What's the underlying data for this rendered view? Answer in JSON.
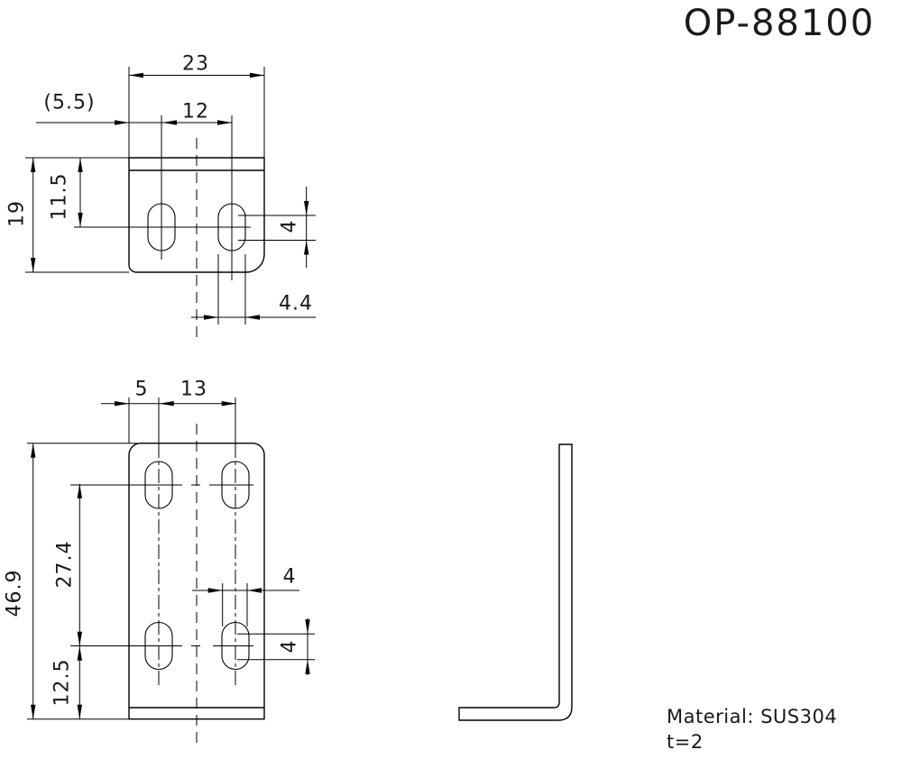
{
  "title": "OP-88100",
  "notes": {
    "material": "Material: SUS304",
    "thickness": "t=2"
  },
  "top_view": {
    "dim_overall_width": "23",
    "dim_left_offset": "(5.5)",
    "dim_slot_pitch": "12",
    "dim_overall_depth": "19",
    "dim_slot_center": "11.5",
    "dim_slot_straight": "4",
    "dim_slot_width": "4.4"
  },
  "front_view": {
    "dim_left_offset": "5",
    "dim_slot_pitch": "13",
    "dim_overall_height": "46.9",
    "dim_row_pitch": "27.4",
    "dim_bottom_offset": "12.5",
    "dim_slot_offset": "4",
    "dim_slot_straight": "4"
  }
}
